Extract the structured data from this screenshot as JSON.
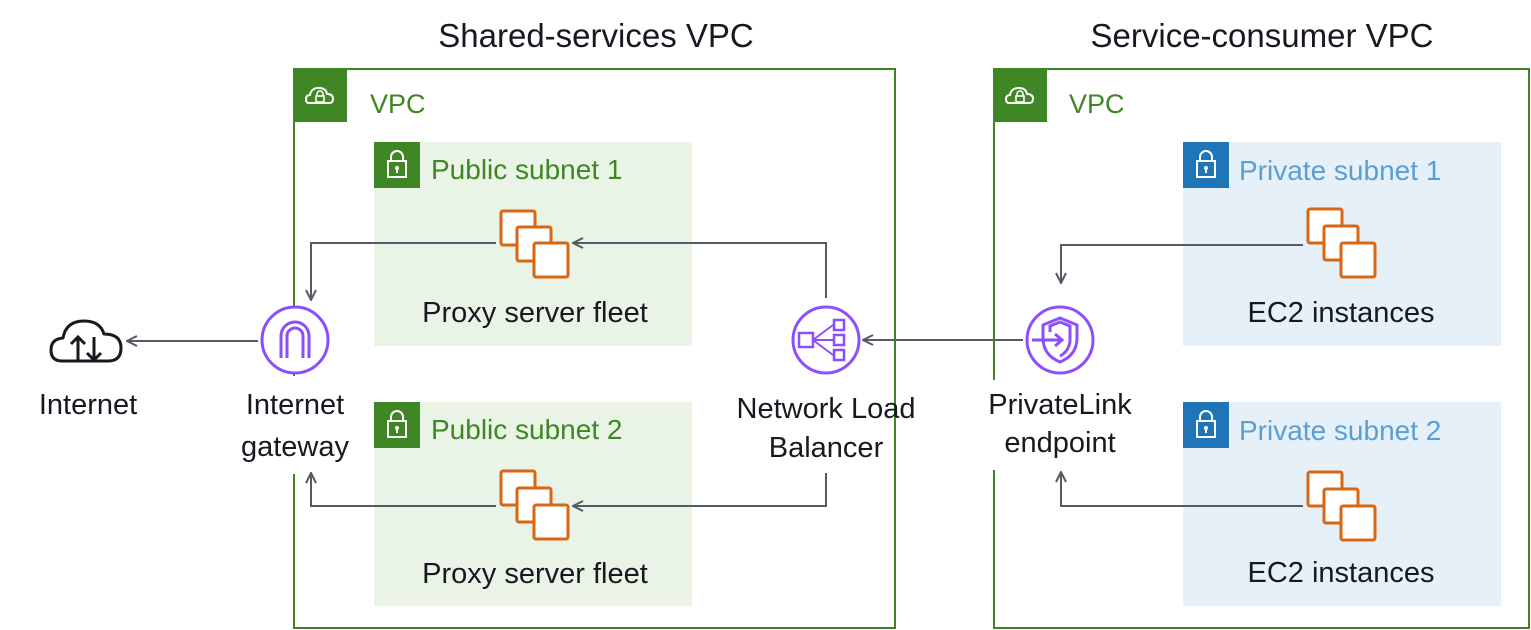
{
  "titles": {
    "shared": "Shared-services VPC",
    "consumer": "Service-consumer VPC"
  },
  "vpc_label": "VPC",
  "shared_vpc": {
    "subnet1": {
      "label": "Public subnet 1",
      "fleet": "Proxy server fleet"
    },
    "subnet2": {
      "label": "Public subnet 2",
      "fleet": "Proxy server fleet"
    },
    "igw": {
      "line1": "Internet",
      "line2": "gateway"
    },
    "nlb": {
      "line1": "Network Load",
      "line2": "Balancer"
    }
  },
  "consumer_vpc": {
    "subnet1": {
      "label": "Private subnet 1",
      "instances": "EC2 instances"
    },
    "subnet2": {
      "label": "Private subnet 2",
      "instances": "EC2 instances"
    },
    "endpoint": {
      "line1": "PrivateLink",
      "line2": "endpoint"
    }
  },
  "internet": {
    "label": "Internet"
  },
  "icons": {
    "vpc": "vpc-cloud-lock-icon",
    "subnet": "padlock-icon",
    "ec2": "ec2-instances-icon",
    "igw": "internet-gateway-icon",
    "nlb": "network-load-balancer-icon",
    "endpoint": "privatelink-endpoint-icon",
    "internet": "internet-cloud-icon"
  },
  "colors": {
    "vpc_border": "#3f8624",
    "public_subnet_fill": "#e9f3e6",
    "private_subnet_fill": "#e6f0f8",
    "private_subnet_badge": "#1e76b8",
    "ec2": "#d86613",
    "network_icons": "#8c4fff",
    "arrows": "#545b64"
  }
}
